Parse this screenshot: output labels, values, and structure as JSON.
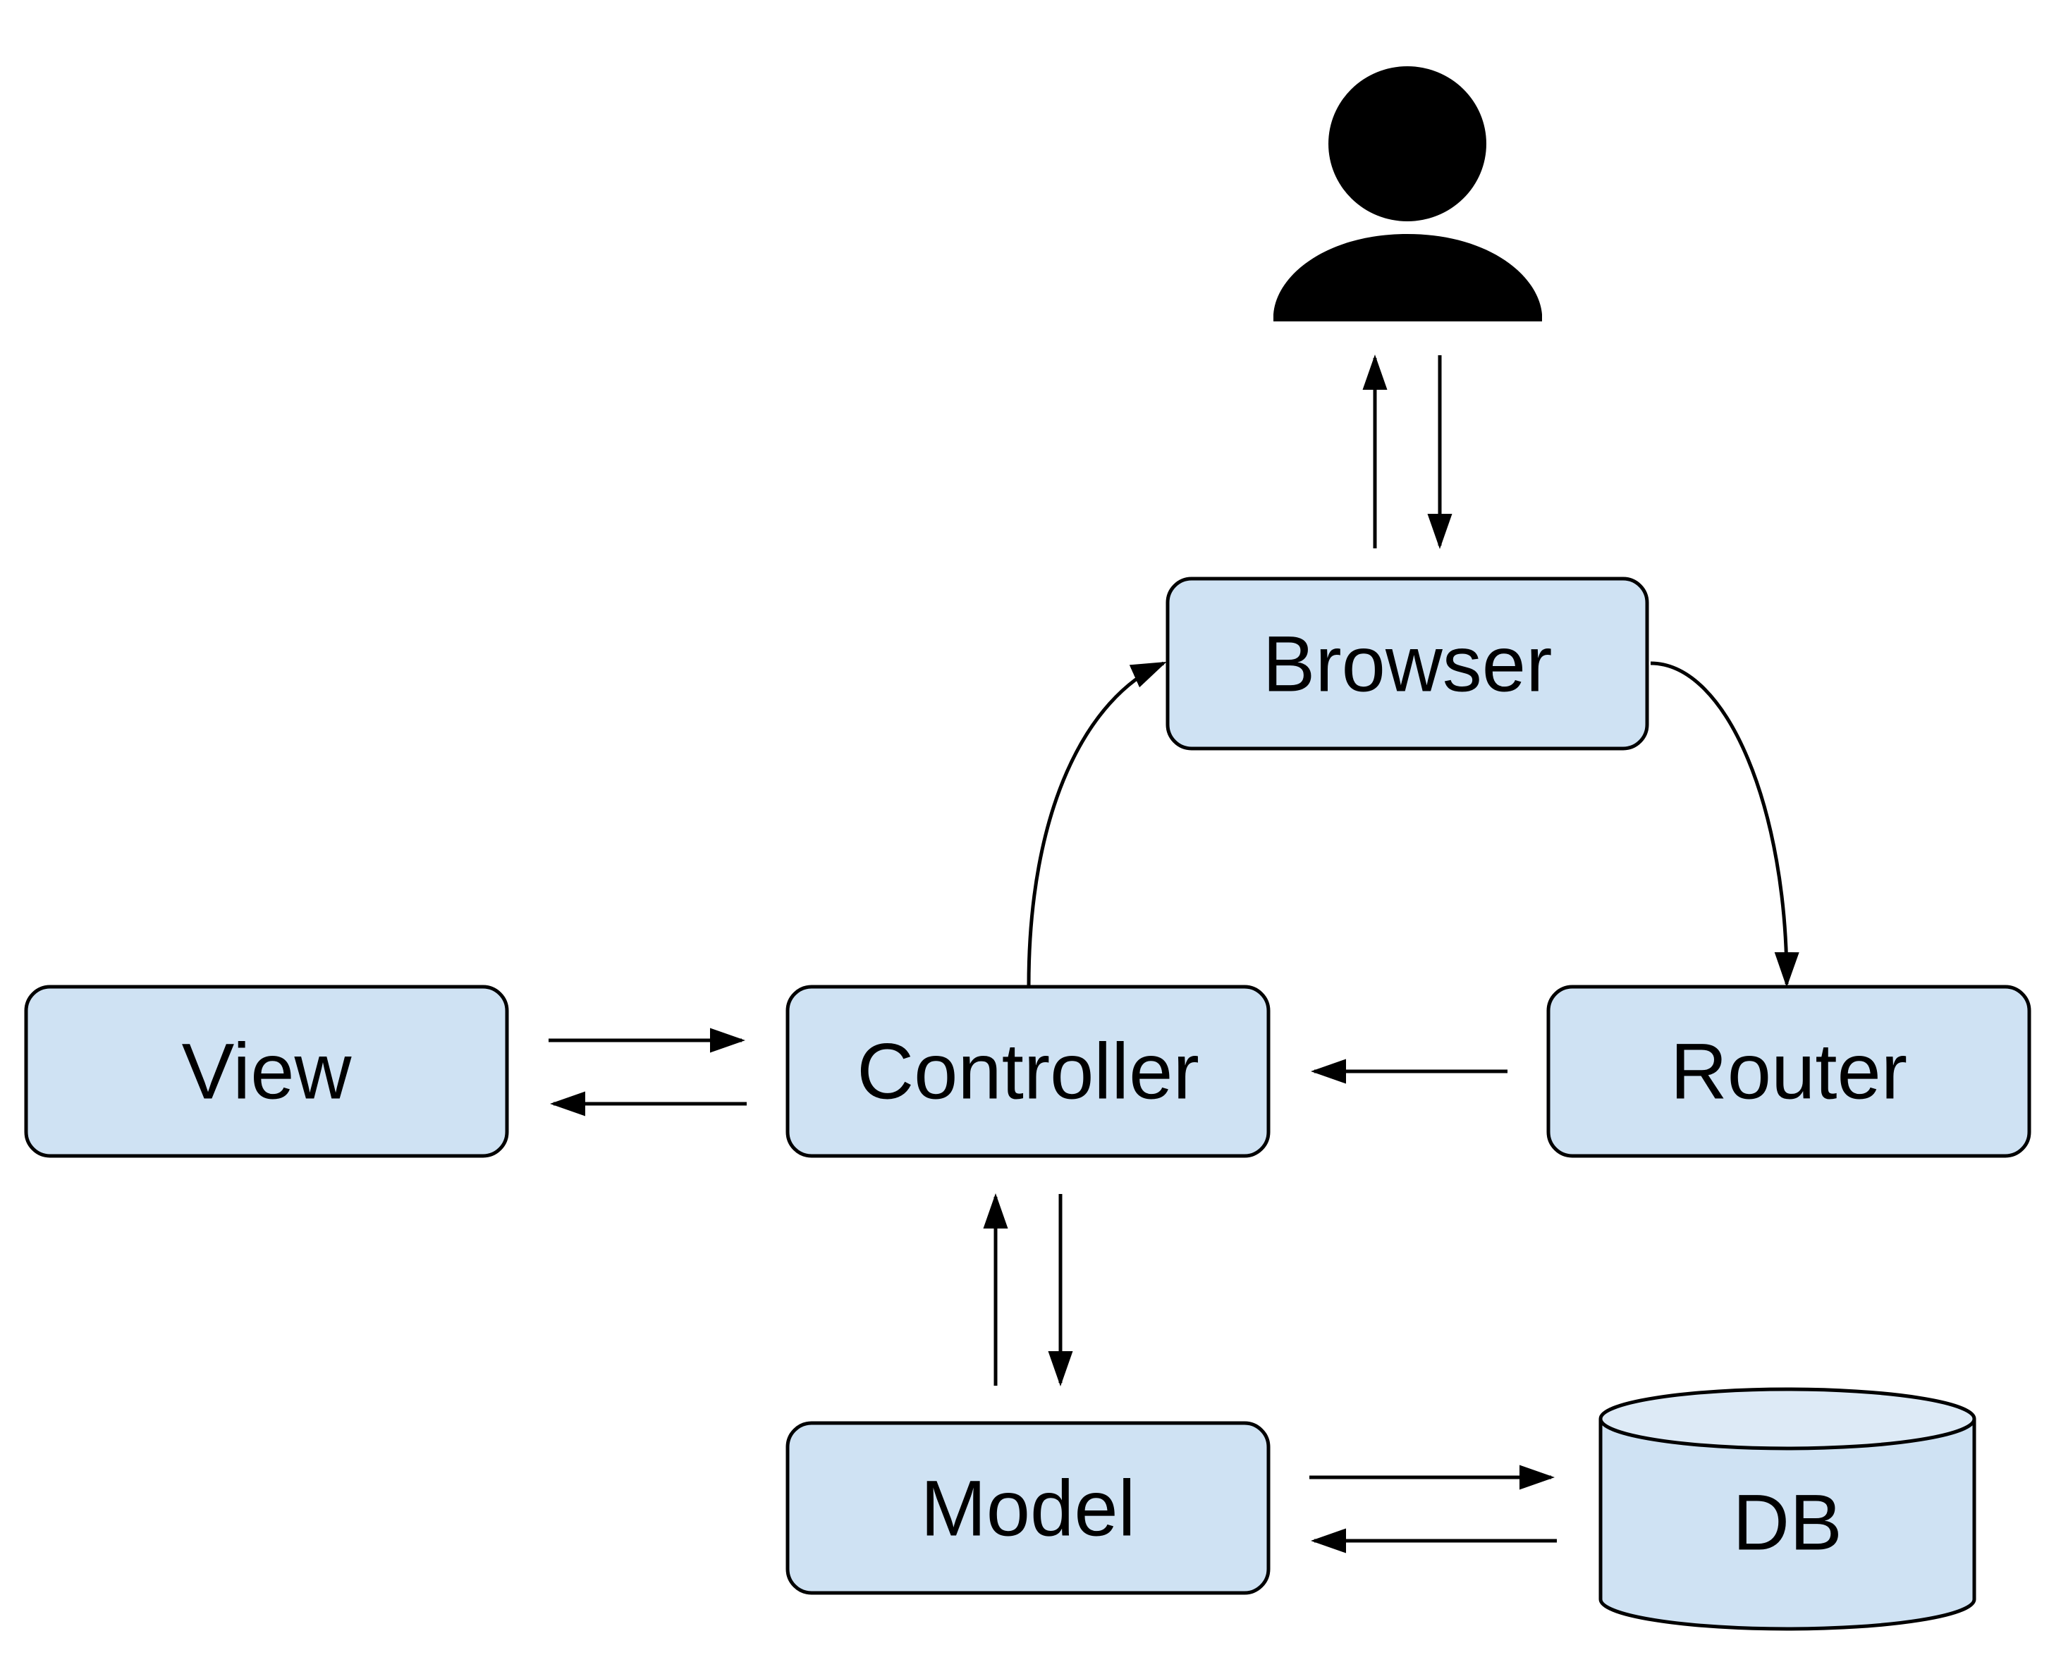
{
  "nodes": {
    "browser": {
      "label": "Browser"
    },
    "view": {
      "label": "View"
    },
    "controller": {
      "label": "Controller"
    },
    "router": {
      "label": "Router"
    },
    "model": {
      "label": "Model"
    },
    "db": {
      "label": "DB"
    }
  },
  "icons": {
    "user": "user-icon"
  },
  "colors": {
    "node_fill": "#cfe2f3",
    "db_top_fill": "#ddeaf6",
    "stroke": "#000000"
  }
}
